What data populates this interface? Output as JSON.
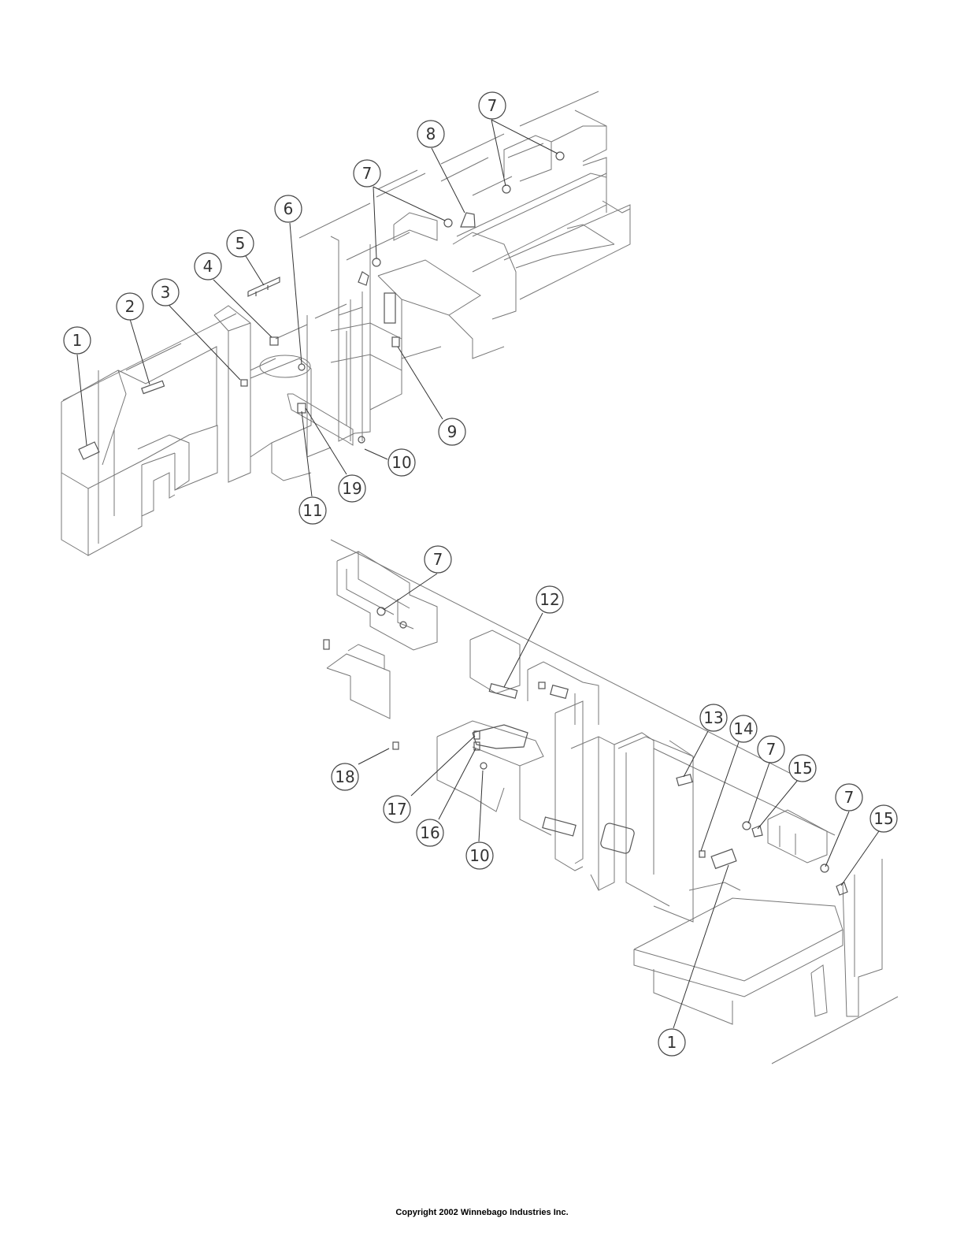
{
  "copyright": "Copyright 2002 Winnebago Industries Inc.",
  "callouts": [
    {
      "id": "c1-top",
      "label": "1"
    },
    {
      "id": "c2",
      "label": "2"
    },
    {
      "id": "c3",
      "label": "3"
    },
    {
      "id": "c4",
      "label": "4"
    },
    {
      "id": "c5",
      "label": "5"
    },
    {
      "id": "c6",
      "label": "6"
    },
    {
      "id": "c7-a",
      "label": "7"
    },
    {
      "id": "c7-b",
      "label": "7"
    },
    {
      "id": "c8",
      "label": "8"
    },
    {
      "id": "c9",
      "label": "9"
    },
    {
      "id": "c10-top",
      "label": "10"
    },
    {
      "id": "c11",
      "label": "11"
    },
    {
      "id": "c19",
      "label": "19"
    },
    {
      "id": "c7-c",
      "label": "7"
    },
    {
      "id": "c12",
      "label": "12"
    },
    {
      "id": "c13",
      "label": "13"
    },
    {
      "id": "c14",
      "label": "14"
    },
    {
      "id": "c7-d",
      "label": "7"
    },
    {
      "id": "c15-a",
      "label": "15"
    },
    {
      "id": "c7-e",
      "label": "7"
    },
    {
      "id": "c15-b",
      "label": "15"
    },
    {
      "id": "c18",
      "label": "18"
    },
    {
      "id": "c17",
      "label": "17"
    },
    {
      "id": "c16",
      "label": "16"
    },
    {
      "id": "c10-bottom",
      "label": "10"
    },
    {
      "id": "c1-bottom",
      "label": "1"
    }
  ]
}
